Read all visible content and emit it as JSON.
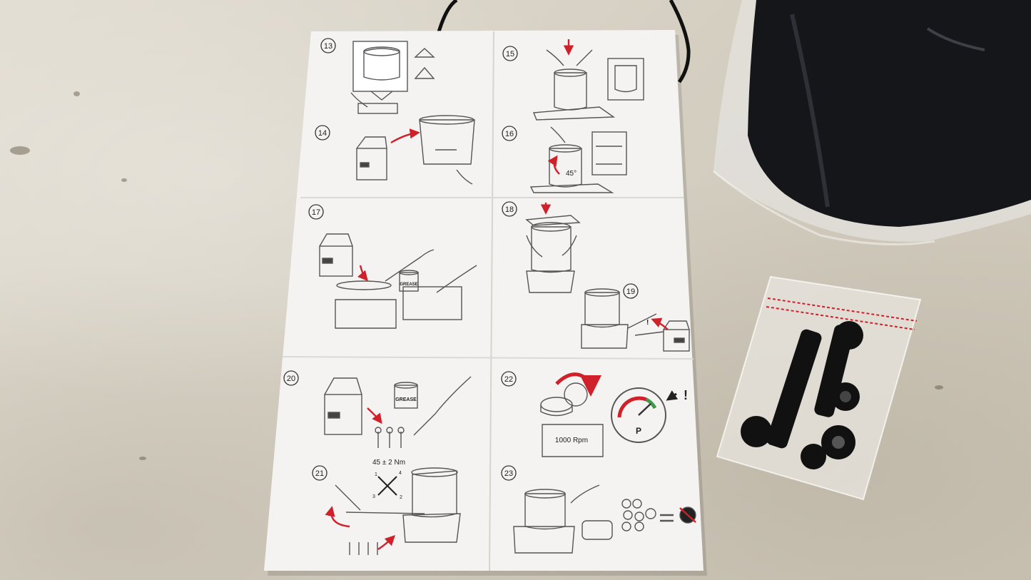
{
  "instructions": {
    "steps": [
      {
        "id": "s13",
        "label": "13"
      },
      {
        "id": "s14",
        "label": "14"
      },
      {
        "id": "s15",
        "label": "15"
      },
      {
        "id": "s16",
        "label": "16"
      },
      {
        "id": "s17",
        "label": "17"
      },
      {
        "id": "s18",
        "label": "18"
      },
      {
        "id": "s19",
        "label": "19"
      },
      {
        "id": "s20",
        "label": "20"
      },
      {
        "id": "s21",
        "label": "21"
      },
      {
        "id": "s22",
        "label": "22"
      },
      {
        "id": "s23",
        "label": "23"
      }
    ],
    "angle_text": "45°",
    "grease_label_17": "GREASE",
    "grease_label_20": "GREASE",
    "torque_text": "45 ± 2 Nm",
    "torque_seq": [
      "1",
      "4",
      "3",
      "2"
    ],
    "rpm_text": "1000 Rpm",
    "gauge_letter": "P",
    "warning_mark": "!",
    "warning_mark_19": "!"
  },
  "colors": {
    "accent_red": "#d0202a",
    "gauge_green": "#3c9a4a",
    "paper": "#f4f3f1",
    "bag_dark": "#15161a"
  }
}
